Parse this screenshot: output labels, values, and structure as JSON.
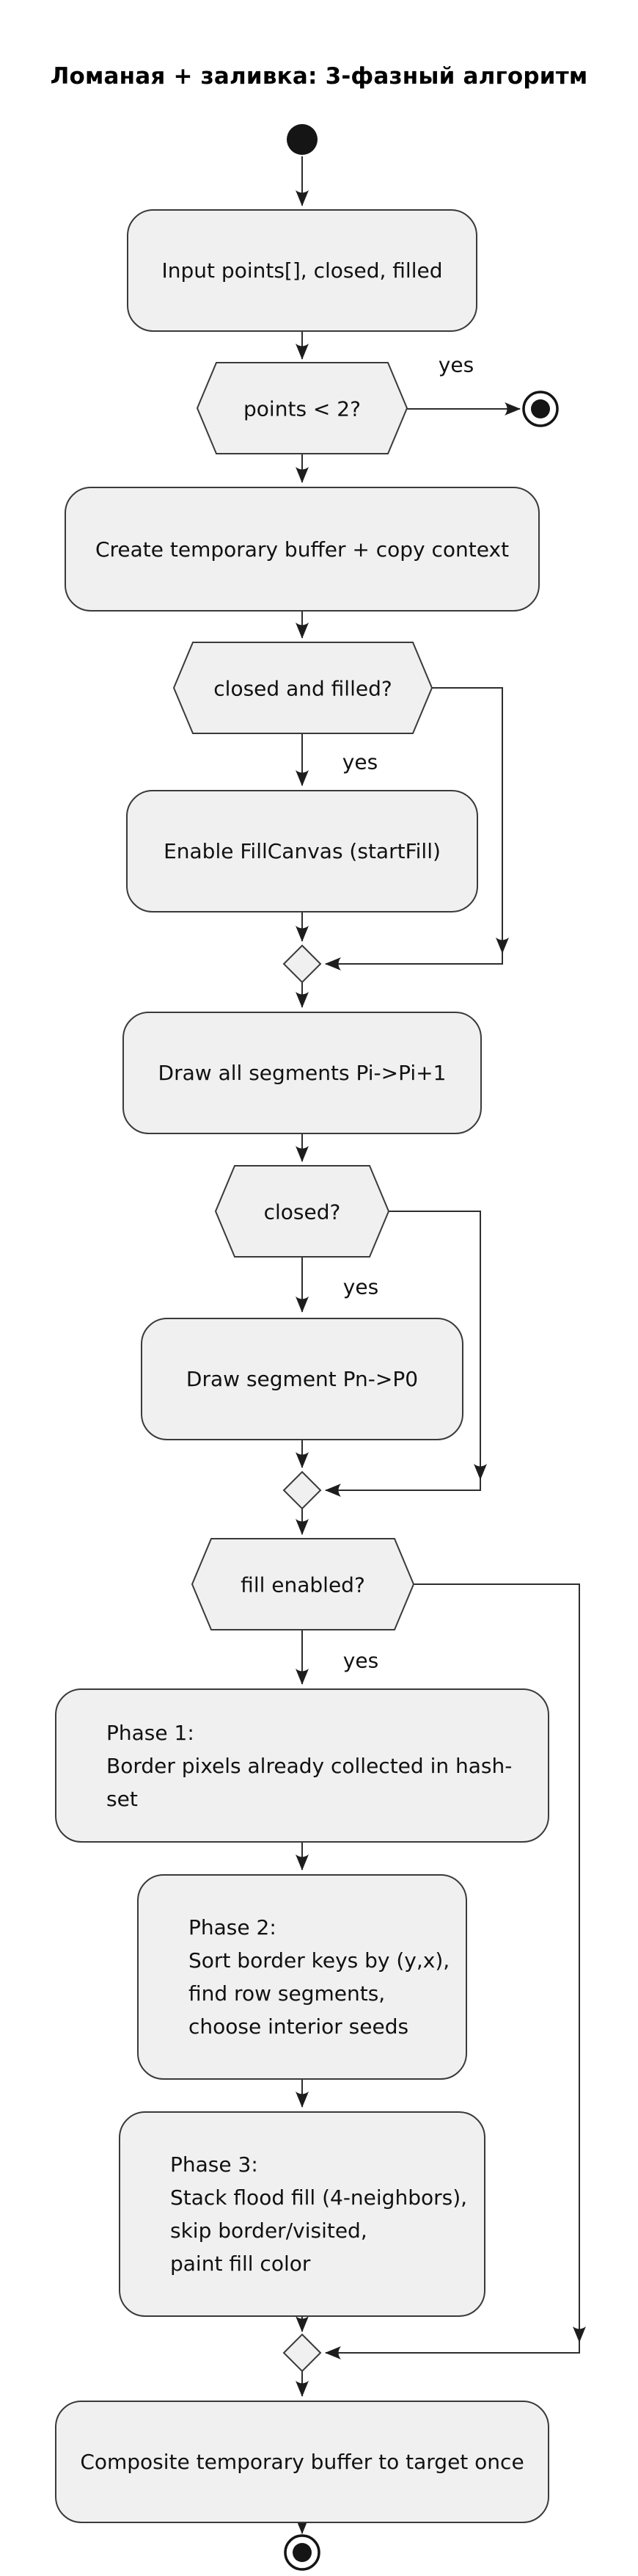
{
  "title": "Ломаная + заливка: 3-фазный алгоритм",
  "nodes": {
    "input": {
      "label": "Input points[], closed, filled"
    },
    "points_check": {
      "label": "points < 2?"
    },
    "create_buffer": {
      "label": "Create temporary buffer + copy context"
    },
    "closed_filled_check": {
      "label": "closed and filled?"
    },
    "enable_fill": {
      "label": "Enable FillCanvas (startFill)"
    },
    "draw_segments": {
      "label": "Draw all segments Pi->Pi+1"
    },
    "closed_check": {
      "label": "closed?"
    },
    "draw_closing": {
      "label": "Draw segment Pn->P0"
    },
    "fill_enabled_check": {
      "label": "fill enabled?"
    },
    "phase1": {
      "lines": [
        "Phase 1:",
        "Border pixels already collected in hash-set"
      ]
    },
    "phase2": {
      "lines": [
        "Phase 2:",
        "Sort border keys by (y,x),",
        "find row segments,",
        "choose interior seeds"
      ]
    },
    "phase3": {
      "lines": [
        "Phase 3:",
        "Stack flood fill (4-neighbors),",
        "skip border/visited,",
        "paint fill color"
      ]
    },
    "composite": {
      "label": "Composite temporary buffer to target once"
    }
  },
  "edge_labels": {
    "points_yes": "yes",
    "closed_filled_yes": "yes",
    "closed_yes": "yes",
    "fill_enabled_yes": "yes"
  },
  "colors": {
    "node_fill": "#f0f0f0",
    "node_border": "#3a3a3a",
    "edge": "#2e2e2e",
    "text": "#111111",
    "background": "#ffffff"
  }
}
